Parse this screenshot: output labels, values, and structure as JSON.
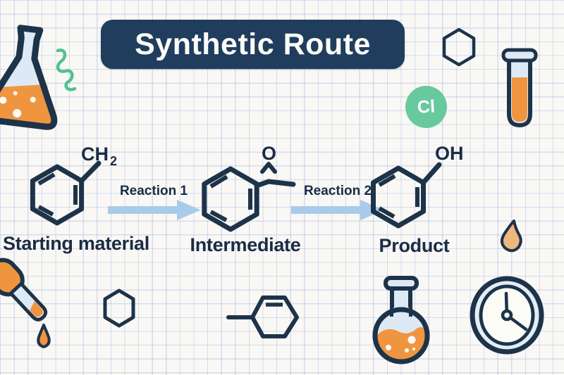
{
  "title": "Synthetic Route",
  "scheme": {
    "steps": [
      {
        "name": "Starting material",
        "group_main": "CH",
        "group_sub": "2"
      },
      {
        "name": "Intermediate",
        "group_main": "O"
      },
      {
        "name": "Product",
        "group_main": "OH"
      }
    ],
    "arrows": [
      {
        "label": "Reaction 1"
      },
      {
        "label": "Reaction 2"
      }
    ]
  },
  "badge": {
    "label": "Cl"
  },
  "icons": [
    "erlenmeyer-flask",
    "green-squiggle",
    "hexagon-outline-top",
    "test-tube",
    "chlorine-badge",
    "droplet-right",
    "dropper",
    "dropper-droplet",
    "hexagon-outline-bottom",
    "cyclohexene-ring",
    "round-bottom-flask",
    "wall-clock"
  ],
  "colors": {
    "banner_navy": "#203d5e",
    "ink_navy": "#1b2c44",
    "line_navy": "#1d3349",
    "liquid_orange": "#f0953f",
    "droplet_tan": "#eeb77e",
    "glass_blue": "#dde9f4",
    "badge_green": "#68c99e",
    "squiggle_teal": "#53c08f",
    "arrow_blue": "#a9cbea",
    "paper": "#f9f8f5"
  }
}
